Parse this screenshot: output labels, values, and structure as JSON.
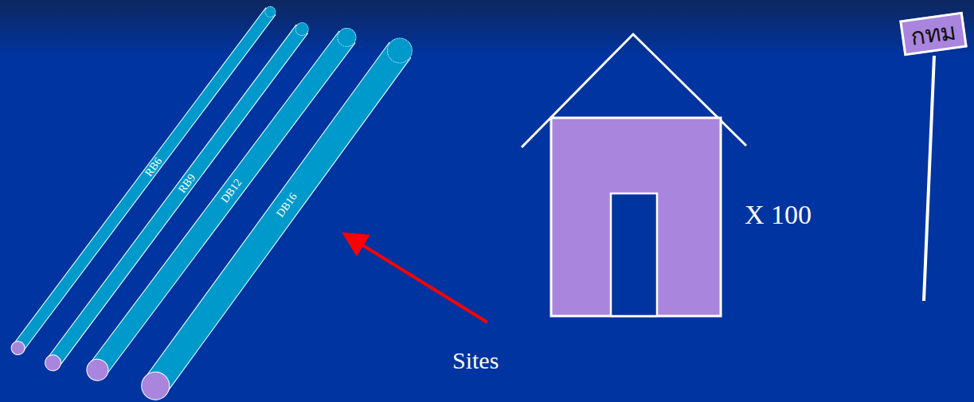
{
  "diagram": {
    "nodes": [
      {
        "text": [
          "RB6"
        ]
      },
      {
        "text": [
          "RB9"
        ]
      },
      {
        "text": [
          "DB12"
        ]
      },
      {
        "text": [
          "DB16"
        ]
      },
      {
        "text": [
          "กทม"
        ]
      }
    ],
    "labels": [
      "X 100",
      "Sites"
    ]
  }
}
